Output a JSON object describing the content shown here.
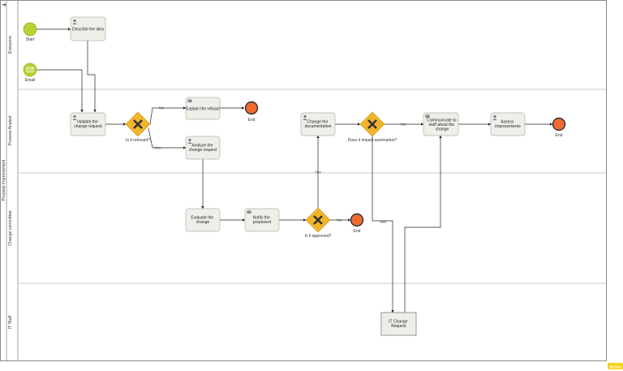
{
  "pool": {
    "name": "Process Improvement"
  },
  "lanes": [
    "Everyone",
    "Process Analyst",
    "Change committee",
    "IT Staff"
  ],
  "tasks": {
    "describe": [
      "Describe the idea"
    ],
    "validate": [
      "Validate the",
      "change request"
    ],
    "explain": [
      "Explain the refusal"
    ],
    "analyze": [
      "Analyze the",
      "change request"
    ],
    "evaluate": [
      "Evaluate the",
      "change"
    ],
    "notify": [
      "Notify the",
      "proponent"
    ],
    "change_doc": [
      "Change the",
      "documentation"
    ],
    "communicate": [
      "Communicate to",
      "staff about the",
      "change"
    ],
    "assess": [
      "Assess",
      "improvements"
    ],
    "it_request": [
      "IT Change",
      "Request"
    ]
  },
  "events": {
    "start": "Start",
    "email": "Email",
    "end1": "End",
    "end2": "End",
    "end3": "End"
  },
  "gateways": {
    "relevant": "Is it relevant?",
    "approved": "Is it approved?",
    "automation": "Does it impact automation?"
  },
  "flow_labels": {
    "relevant_no": "No",
    "relevant_yes": "Yes",
    "approved_no": "No",
    "approved_yes": "Yes",
    "automation_no": "No",
    "automation_yes": "Yes"
  },
  "colors": {
    "start_event": "#b5d334",
    "end_event": "#ee6a2f",
    "gateway": "#f1b52b",
    "task_fill": "#efefe9",
    "task_stroke": "#b3b3ad"
  },
  "logo_text": "BIZAGI"
}
